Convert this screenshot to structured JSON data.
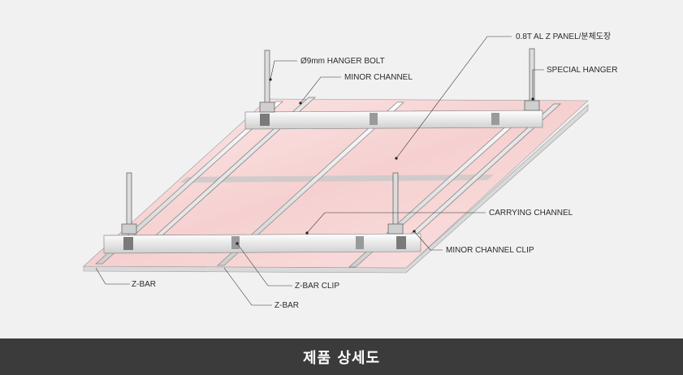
{
  "labels": {
    "hanger_bolt": "Ø9mm HANGER BOLT",
    "minor_channel": "MINOR CHANNEL",
    "panel": "0.8T AL Z PANEL/분체도장",
    "special_hanger": "SPECIAL HANGER",
    "carrying_channel": "CARRYING CHANNEL",
    "minor_channel_clip": "MINOR CHANNEL CLIP",
    "zbar_left": "Z-BAR",
    "zbar_clip": "Z-BAR CLIP",
    "zbar_bottom": "Z-BAR"
  },
  "footer": {
    "title": "제품 상세도"
  },
  "colors": {
    "panel_pink": "#f7d2d2",
    "footer_bg": "#3b3b3b",
    "background": "#f1f1f1"
  }
}
